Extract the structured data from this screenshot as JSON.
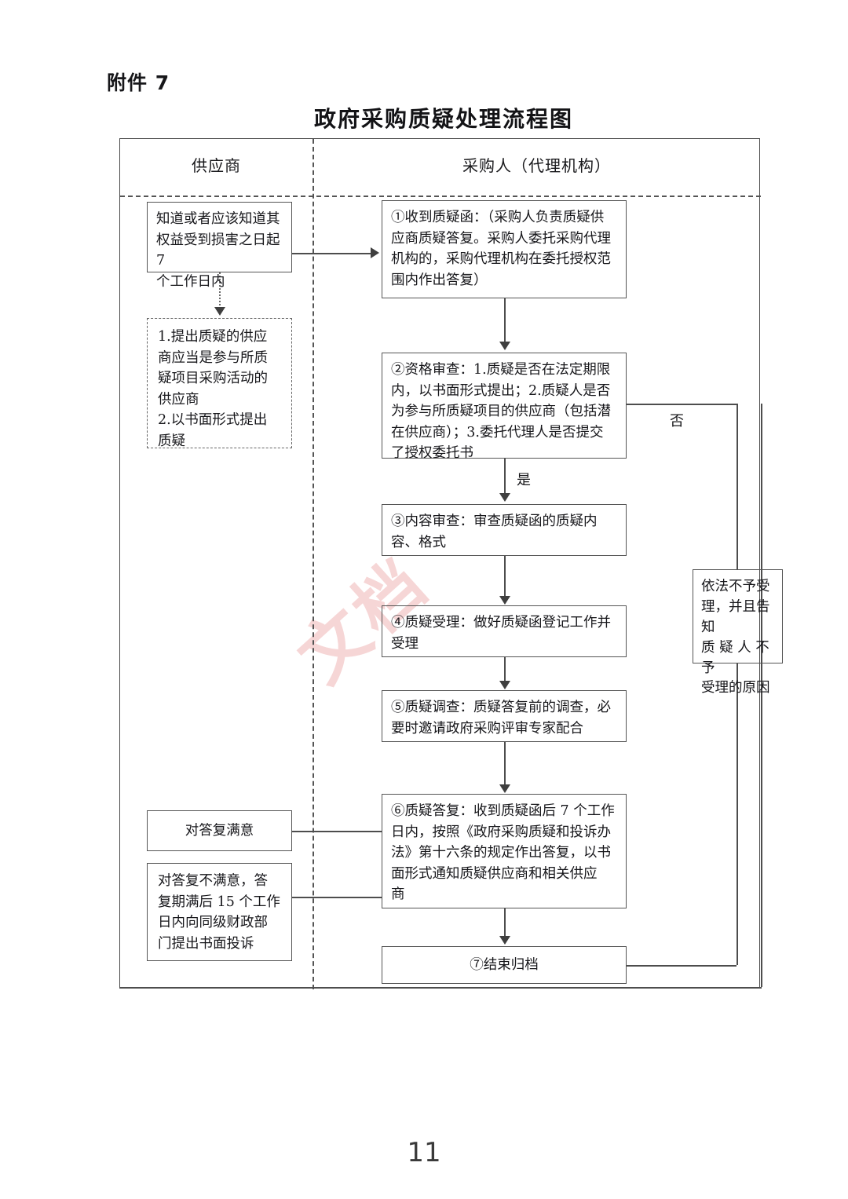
{
  "page": {
    "attachment_label": "附件 7",
    "title": "政府采购质疑处理流程图",
    "page_number": "11",
    "watermark_text": "文档"
  },
  "lanes": {
    "supplier": "供应商",
    "purchaser": "采购人（代理机构）"
  },
  "nodes": {
    "start": {
      "lines": [
        "知道或者应该知道其",
        "权益受到损害之日起 7",
        "个工作日内"
      ]
    },
    "note": {
      "lines": [
        "1.提出质疑的供应",
        "商应当是参与所质",
        "疑项目采购活动的",
        "供应商",
        "2.以书面形式提出",
        "质疑"
      ]
    },
    "step1": {
      "lines": [
        "①收到质疑函：（采购人负责质疑供",
        "应商质疑答复。采购人委托采购代理",
        "机构的，采购代理机构在委托授权范",
        "围内作出答复）"
      ]
    },
    "step2": {
      "lines": [
        "②资格审查：1.质疑是否在法定期限",
        "内，以书面形式提出；2.质疑人是否",
        "为参与所质疑项目的供应商（包括潜",
        "在供应商）；3.委托代理人是否提交",
        "了授权委托书"
      ]
    },
    "step3": {
      "lines": [
        "③内容审查：审查质疑函的质疑内",
        "容、格式"
      ]
    },
    "step4": {
      "lines": [
        "④质疑受理：做好质疑函登记工作并",
        "受理"
      ]
    },
    "step5": {
      "lines": [
        "⑤质疑调查：质疑答复前的调查，必",
        "要时邀请政府采购评审专家配合"
      ]
    },
    "step6": {
      "lines": [
        "⑥质疑答复：收到质疑函后 7 个工作",
        "日内，按照《政府采购质疑和投诉办",
        "法》第十六条的规定作出答复，以书",
        "面形式通知质疑供应商和相关供应",
        "商"
      ]
    },
    "step7": {
      "lines": [
        "⑦结束归档"
      ]
    },
    "reject": {
      "lines": [
        "依法不予受",
        "理，并且告知",
        "质 疑 人 不 予",
        "受理的原因"
      ]
    },
    "satisfied": {
      "lines": [
        "对答复满意"
      ]
    },
    "unsatisfied": {
      "lines": [
        "对答复不满意，答",
        "复期满后 15 个工作",
        "日内向同级财政部",
        "门提出书面投诉"
      ]
    }
  },
  "edge_labels": {
    "yes": "是",
    "no": "否"
  }
}
